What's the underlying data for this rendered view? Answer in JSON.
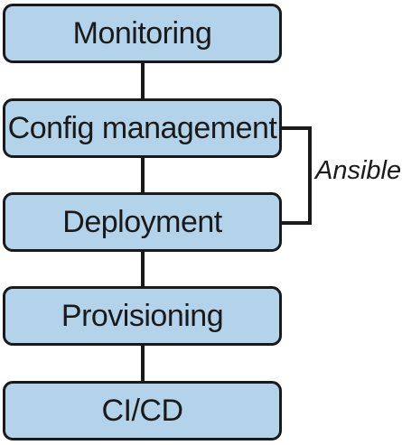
{
  "layers": [
    {
      "id": "monitoring",
      "label": "Monitoring"
    },
    {
      "id": "config",
      "label": "Config management"
    },
    {
      "id": "deployment",
      "label": "Deployment"
    },
    {
      "id": "provisioning",
      "label": "Provisioning"
    },
    {
      "id": "cicd",
      "label": "CI/CD"
    }
  ],
  "bracket_label": "Ansible",
  "colors": {
    "box_fill": "#b3d3ea",
    "stroke": "#1a1a1a",
    "background": "#ffffff"
  }
}
